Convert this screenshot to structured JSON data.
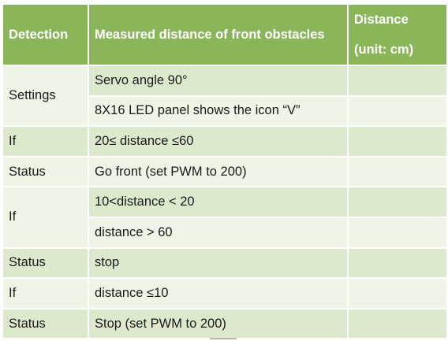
{
  "header": {
    "detection": "Detection",
    "measured": "Measured distance of front obstacles",
    "distance_line1": "Distance",
    "distance_line2": "(unit: cm)"
  },
  "rows": {
    "settings_label": "Settings",
    "servo": "Servo angle 90°",
    "led": "8X16 LED panel shows the icon   “V”",
    "if1_label": "If",
    "if1_value": "20≤  distance  ≤60",
    "status1_label": "Status",
    "status1_value": "Go front  (set PWM to 200)",
    "if2_label": "If",
    "if2_value_a": "10<distance < 20",
    "if2_value_b": "distance > 60",
    "status2_label": "Status",
    "status2_value": "stop",
    "if3_label": "If",
    "if3_value": "distance  ≤10",
    "status3_label": "Status",
    "status3_value": "Stop  (set PWM to 200)"
  }
}
